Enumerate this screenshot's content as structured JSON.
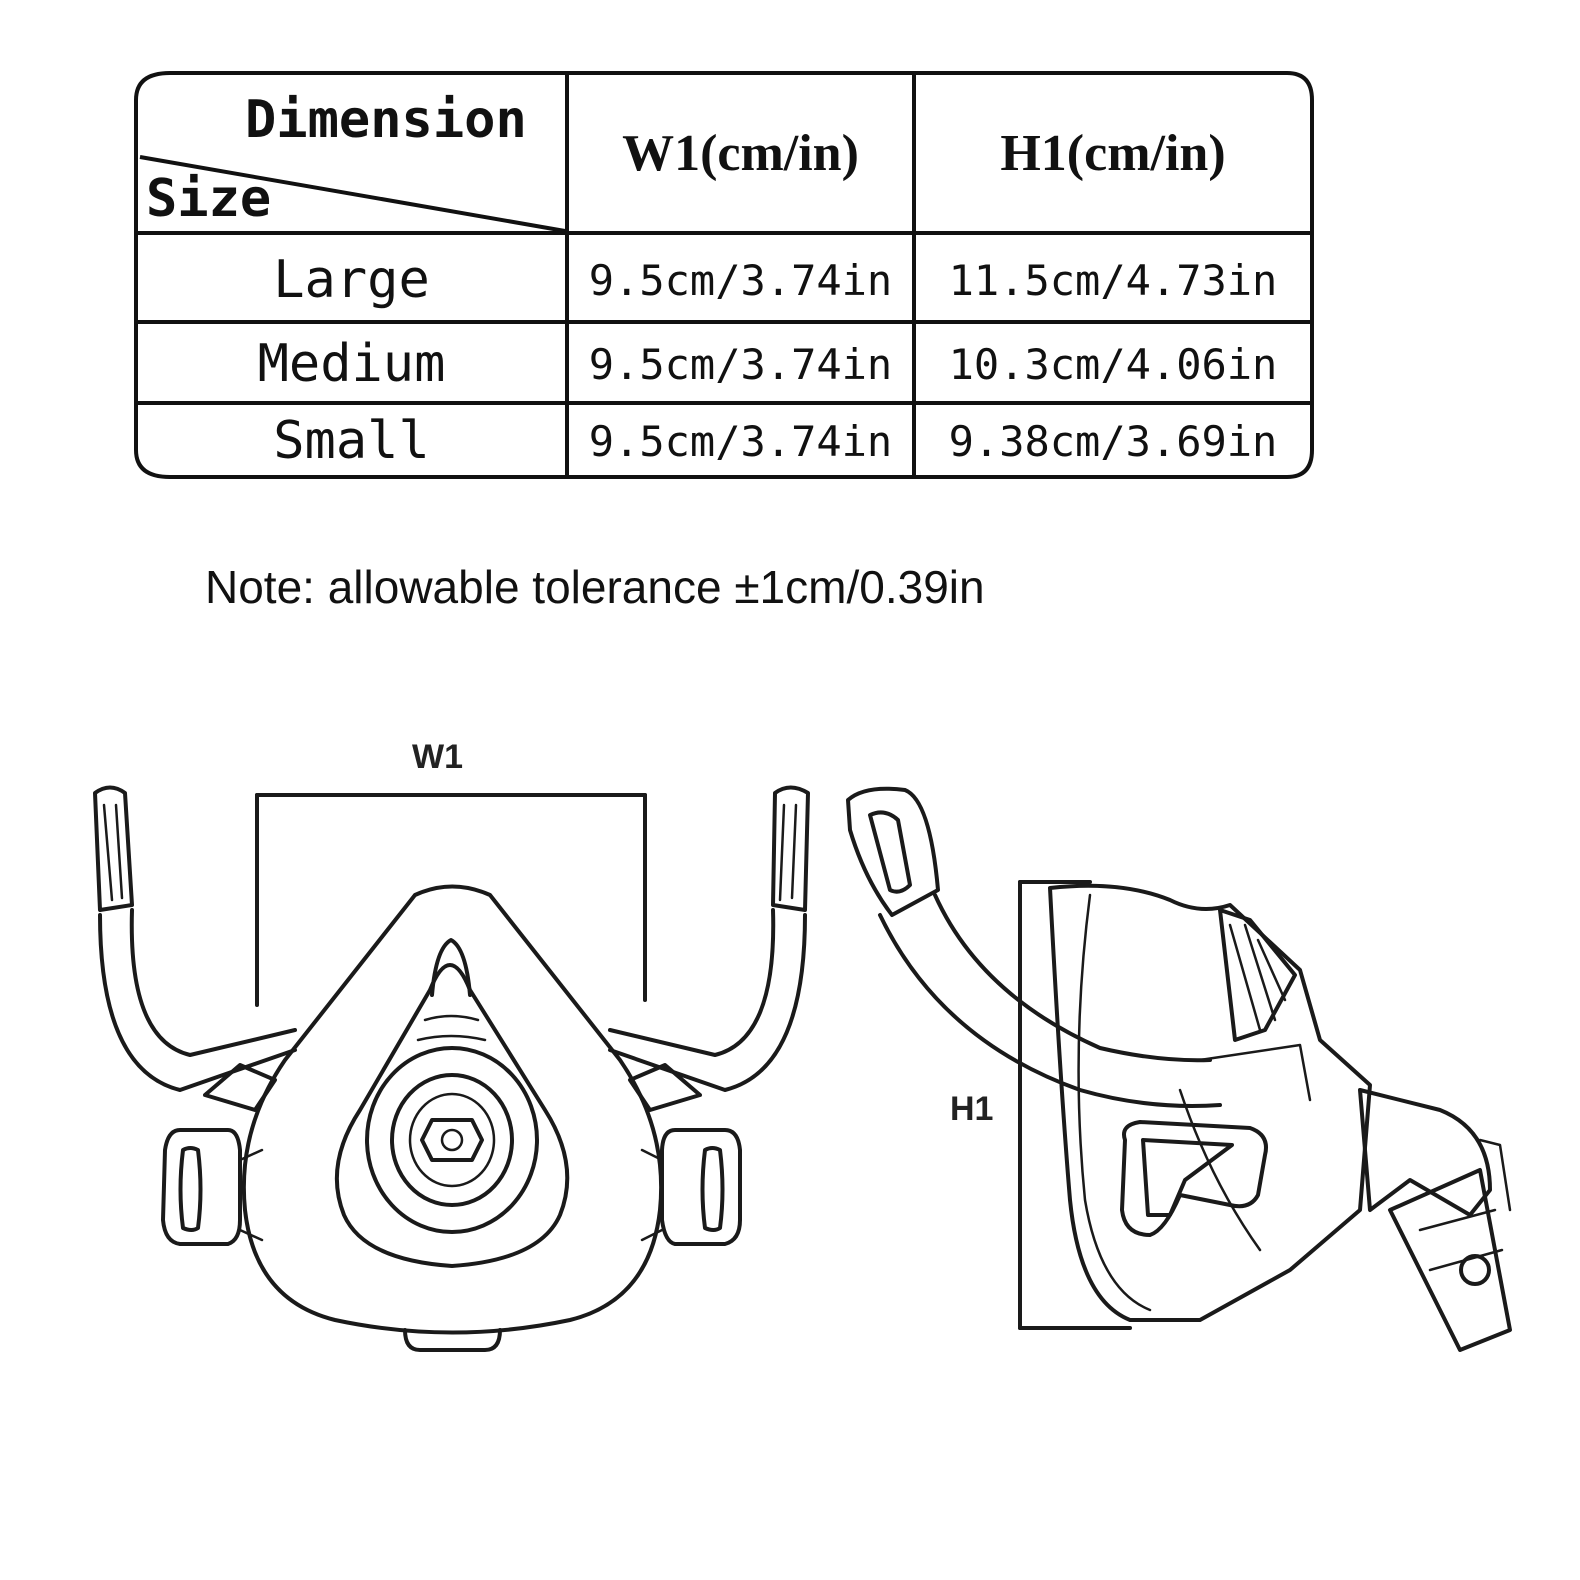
{
  "table": {
    "corner_top": "Dimension",
    "corner_bottom": "Size",
    "col_w1": "W1(cm/in)",
    "col_h1": "H1(cm/in)",
    "rows": [
      {
        "size": "Large",
        "w1": "9.5cm/3.74in",
        "h1": "11.5cm/4.73in"
      },
      {
        "size": "Medium",
        "w1": "9.5cm/3.74in",
        "h1": "10.3cm/4.06in"
      },
      {
        "size": "Small",
        "w1": "9.5cm/3.74in",
        "h1": "9.38cm/3.69in"
      }
    ]
  },
  "note": "Note: allowable tolerance ±1cm/0.39in",
  "diagram": {
    "front_label": "W1",
    "side_label": "H1"
  }
}
